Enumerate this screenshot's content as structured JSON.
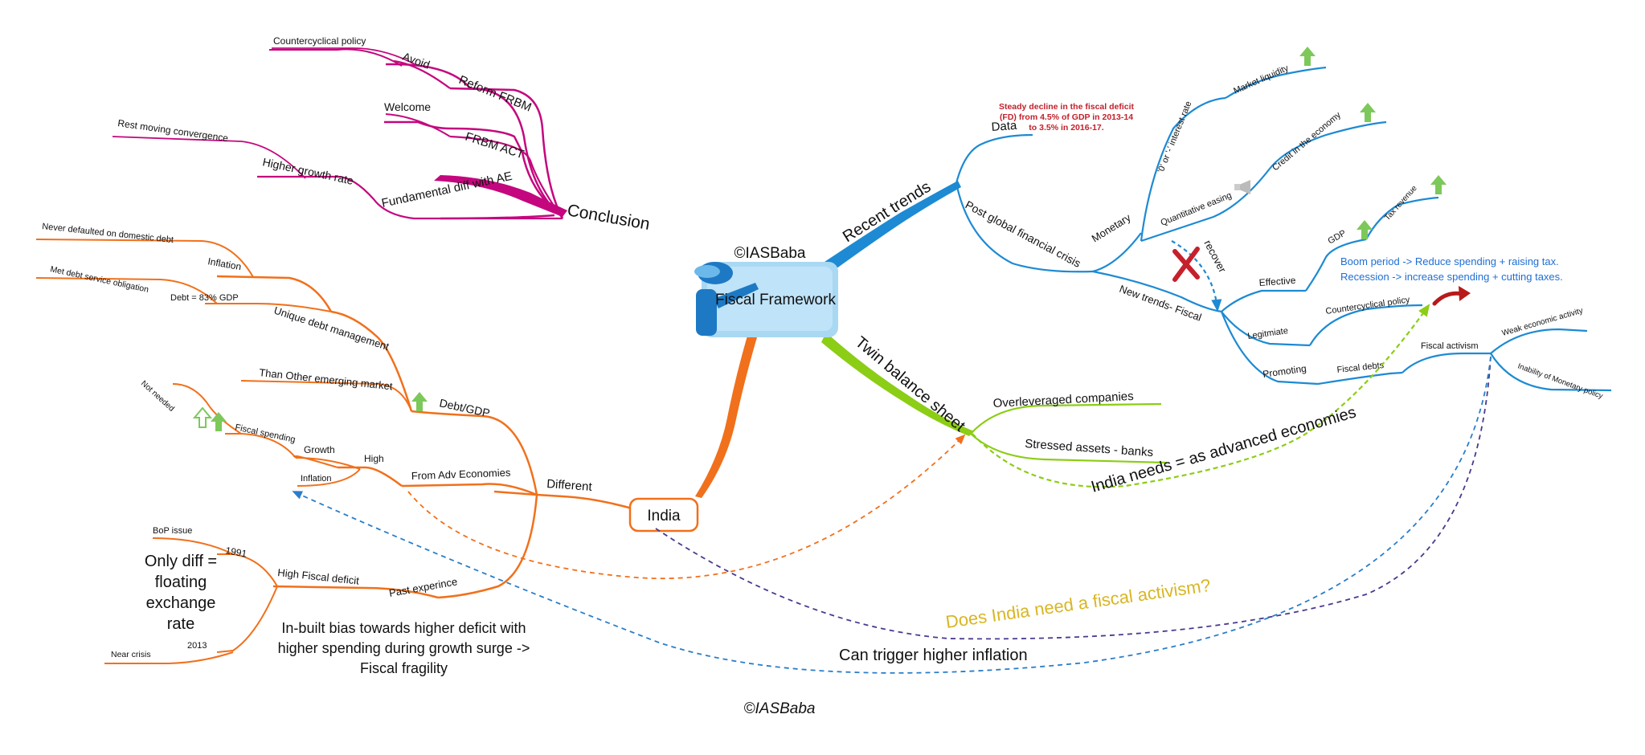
{
  "center": {
    "title": "Fiscal Framework",
    "watermark_top": "©IASBaba",
    "icon": "presenter-icon"
  },
  "footer": {
    "watermark": "©IASBaba"
  },
  "colors": {
    "conclusion": "#c4077e",
    "recent": "#1d8ad3",
    "twin": "#8ccd16",
    "india": "#f1701b",
    "question": "#d8b623",
    "up_arrow": "#7dc85a",
    "cross": "#c6202c",
    "note_blue": "#1f6ed4",
    "data_red": "#c31f2b"
  },
  "conclusion": {
    "label": "Conclusion",
    "avoid": "Avoid",
    "countercyclical": "Countercyclical policy",
    "reform_frbm": "Reform FRBM",
    "welcome": "Welcome",
    "frbm_act": "FRBM ACT",
    "rest_moving": "Rest moving convergence",
    "higher_growth": "Higher growth rate",
    "fundamental": "Fundamental diff with AE"
  },
  "recent": {
    "label": "Recent trends",
    "data": "Data",
    "data_note": [
      "Steady decline in the fiscal deficit",
      "(FD) from 4.5% of GDP in 2013-14",
      "to 3.5% in 2016-17."
    ],
    "post_crisis": "Post global financial crisis",
    "monetary": "Monetary",
    "interest": "'0' or '-' interest rate",
    "market_liquidity": "Market liquidity",
    "qe": "Quantitative easing",
    "credit": "Credit in the economy",
    "recover": "recover",
    "new_trends": "New trends- Fiscal",
    "effective": "Effective",
    "gdp": "GDP",
    "tax": "Tax revenue",
    "legitimate": "Legitmiate",
    "countercyclical": "Countercyclical policy",
    "promoting": "Promoting",
    "fiscal_debts": "Fiscal debts",
    "fiscal_activism": "Fiscal activism",
    "weak_activity": "Weak economic activity",
    "inability": "Inability of Monetary policy",
    "boom_note": [
      "Boom period -> Reduce spending + raising tax.",
      "Recession -> increase spending + cutting taxes."
    ]
  },
  "twin": {
    "label": "Twin balance sheet",
    "overleveraged": "Overleveraged companies",
    "stressed": "Stressed assets - banks",
    "india_needs": "India needs = as advanced economies"
  },
  "india": {
    "label": "India",
    "different": "Different",
    "debt_gdp": "Debt/GDP",
    "unique_debt": "Unique debt management",
    "inflation": "Inflation",
    "never_defaulted": "Never defaulted on domestic debt",
    "debt_83": "Debt = 83% GDP",
    "met_debt": "Met debt service obligation",
    "than_other": "Than Other emerging market",
    "from_adv": "From Adv Economies",
    "high": "High",
    "growth": "Growth",
    "fiscal_spending": "Fiscal spending",
    "not_needed": "Not needed",
    "inflation2": "Inflation",
    "past": "Past experince",
    "high_fd": "High Fiscal deficit",
    "y1991": "1991",
    "bop": "BoP issue",
    "y2013": "2013",
    "near_crisis": "Near crisis",
    "only_diff": "Only diff = floating exchange rate",
    "inbuilt": "In-built bias towards higher deficit with higher spending during growth surge -> Fiscal fragility"
  },
  "question": "Does India need a fiscal activism?",
  "trigger": "Can trigger higher inflation"
}
